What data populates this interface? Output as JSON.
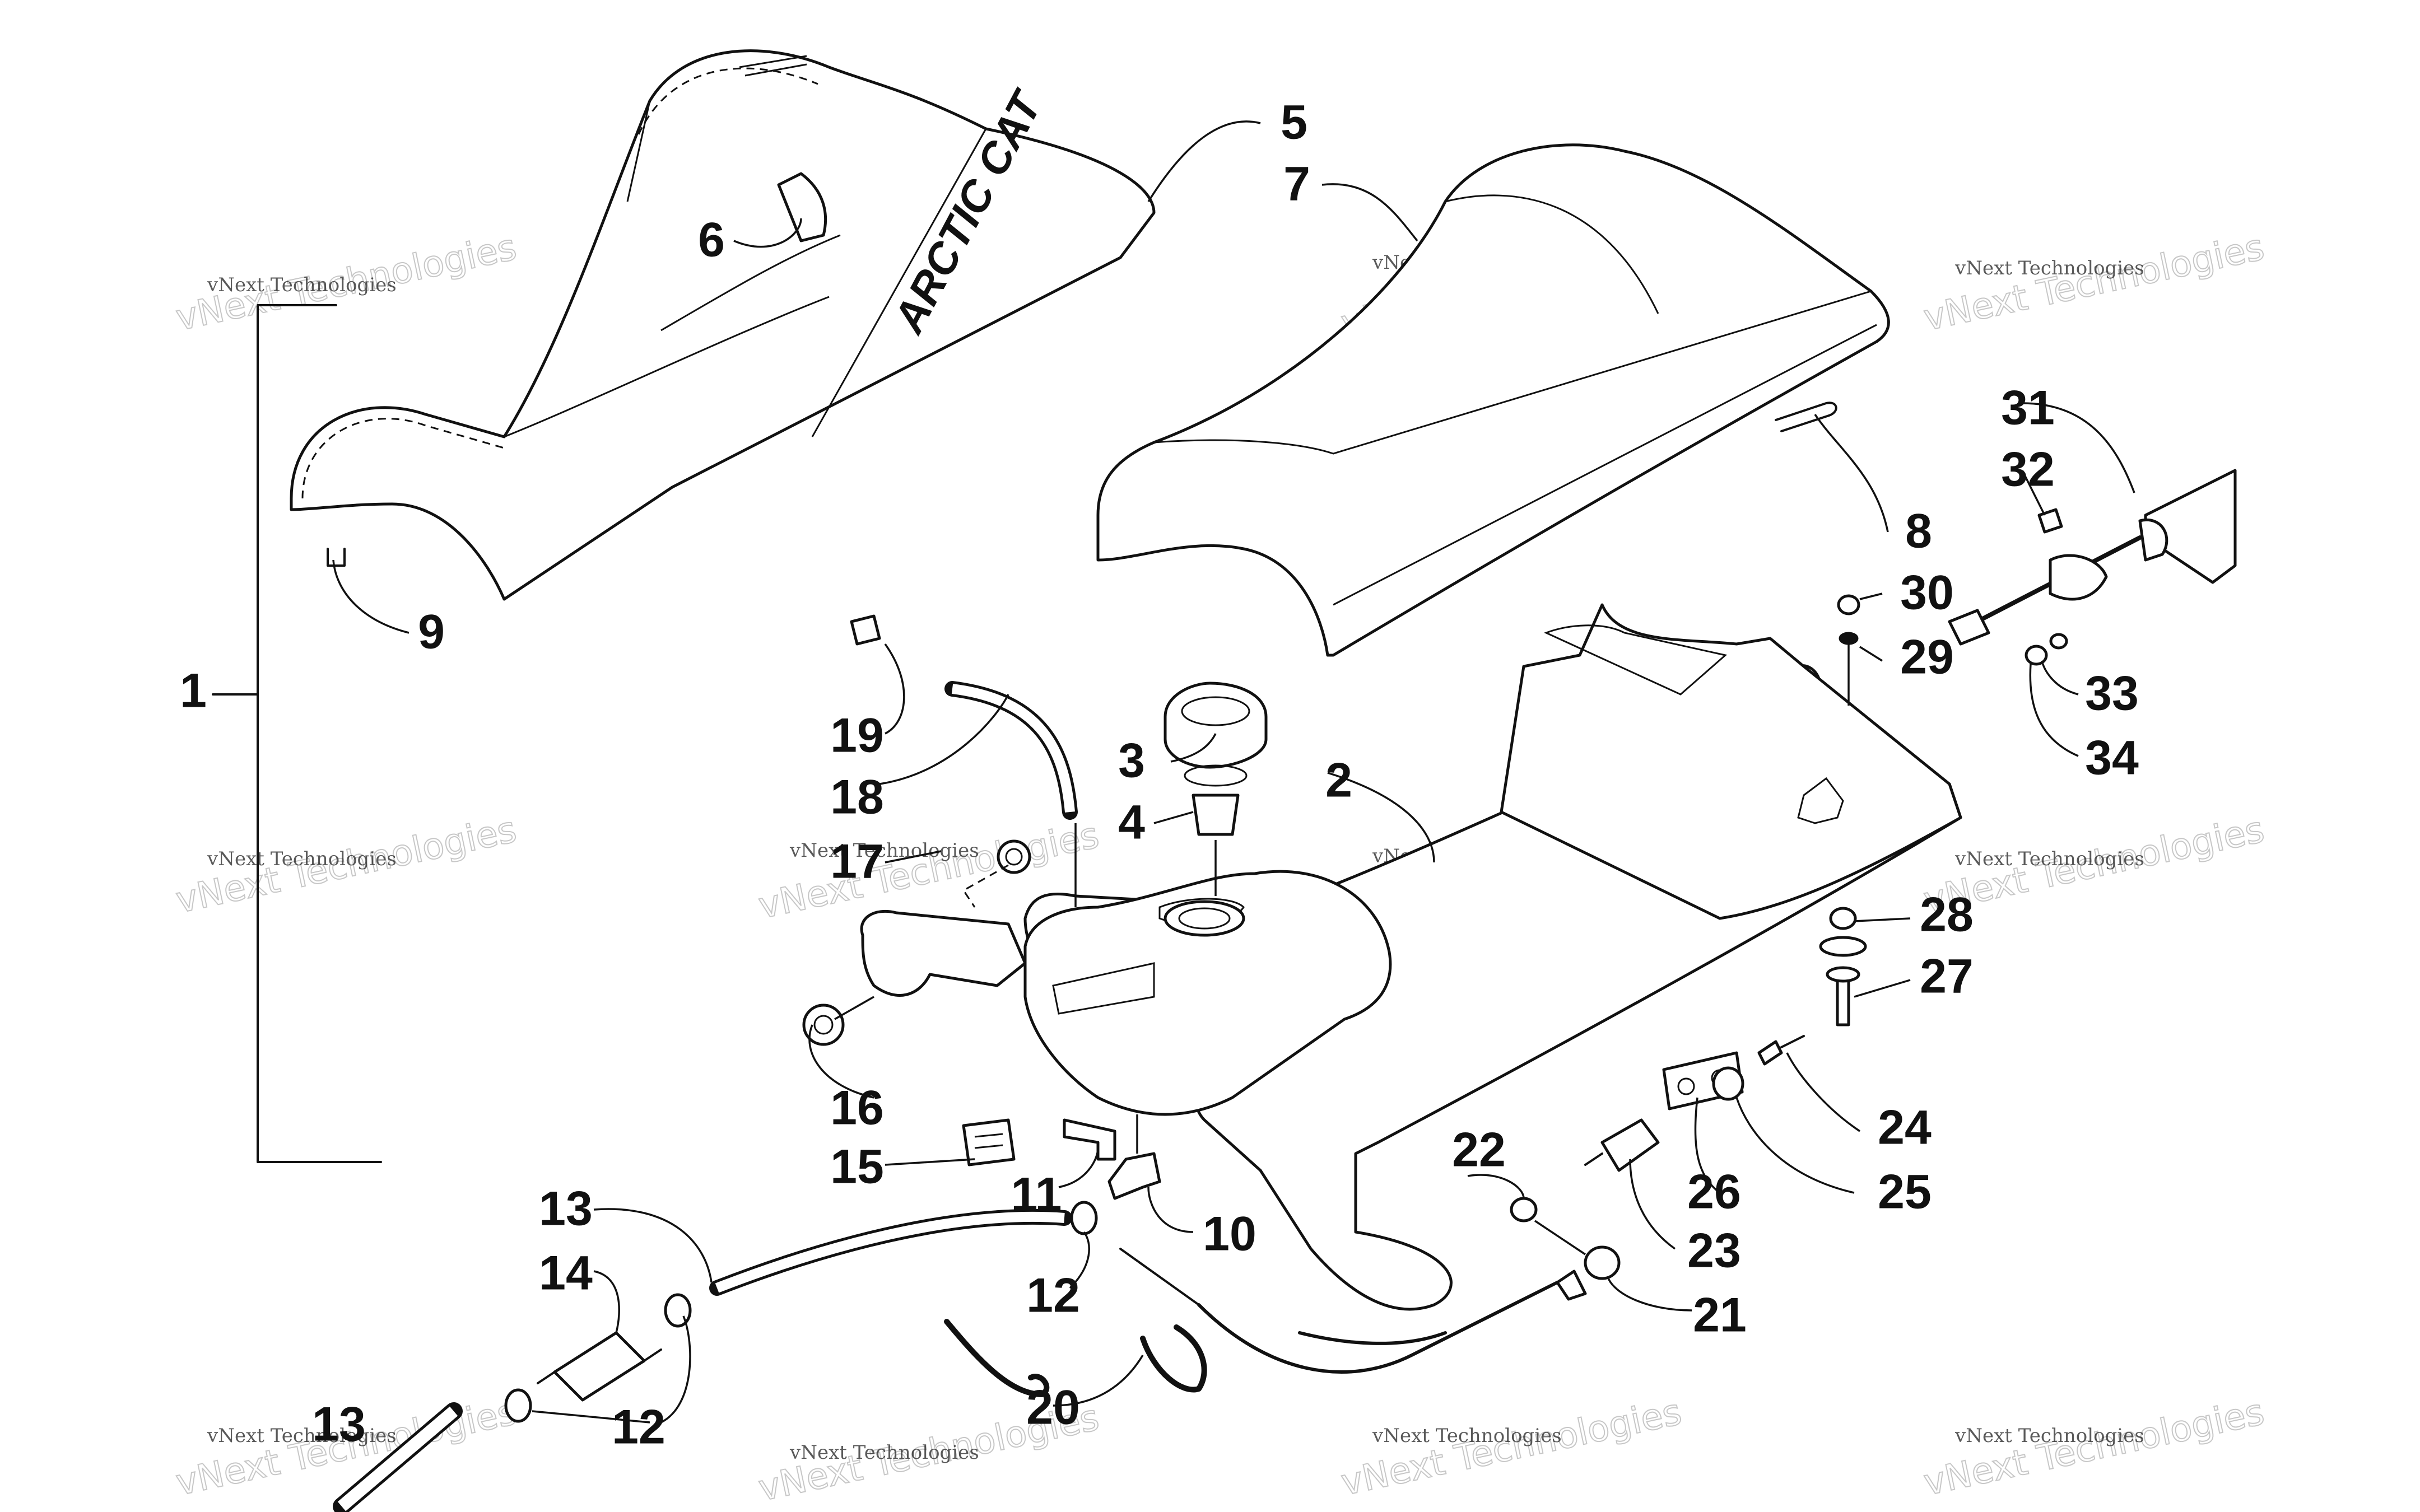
{
  "diagram": {
    "brand_mark": "ARCTIC CAT",
    "watermark_text": "vNext Technologies",
    "callout_numbers": [
      "1",
      "2",
      "3",
      "4",
      "5",
      "6",
      "7",
      "8",
      "9",
      "10",
      "11",
      "12",
      "13",
      "14",
      "15",
      "16",
      "17",
      "18",
      "19",
      "20",
      "21",
      "22",
      "23",
      "24",
      "25",
      "26",
      "27",
      "28",
      "29",
      "30",
      "31",
      "32",
      "33",
      "34"
    ],
    "callouts": {
      "n1": "1",
      "n2": "2",
      "n3": "3",
      "n4": "4",
      "n5": "5",
      "n6": "6",
      "n7": "7",
      "n8": "8",
      "n9": "9",
      "n10": "10",
      "n11": "11",
      "n12a": "12",
      "n12b": "12",
      "n13a": "13",
      "n13b": "13",
      "n14": "14",
      "n15": "15",
      "n16": "16",
      "n17": "17",
      "n18": "18",
      "n19": "19",
      "n20": "20",
      "n21": "21",
      "n22": "22",
      "n23": "23",
      "n24": "24",
      "n25": "25",
      "n26": "26",
      "n27": "27",
      "n28": "28",
      "n29": "29",
      "n30": "30",
      "n31": "31",
      "n32": "32",
      "n33": "33",
      "n34": "34"
    }
  }
}
